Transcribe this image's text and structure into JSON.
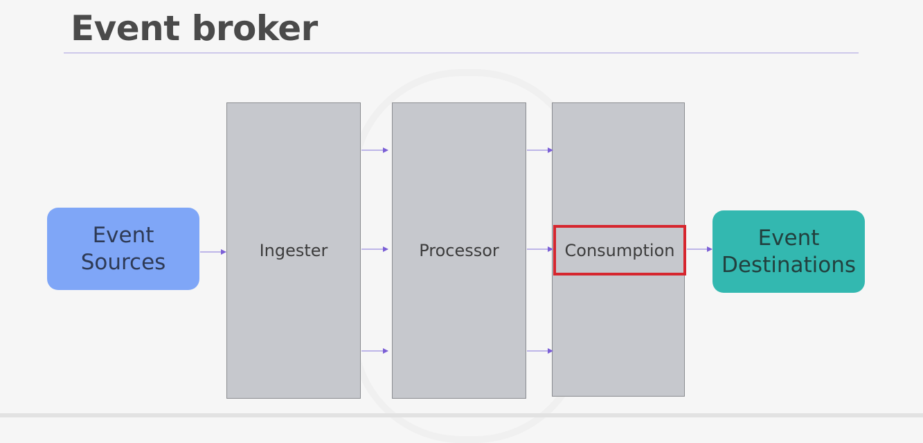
{
  "title": "Event broker",
  "nodes": {
    "sources": {
      "line1": "Event",
      "line2": "Sources"
    },
    "ingester": "Ingester",
    "processor": "Processor",
    "consumption": "Consumption",
    "destinations": {
      "line1": "Event",
      "line2": "Destinations"
    }
  },
  "colors": {
    "sources": "#7fa6f7",
    "destinations": "#33b8b0",
    "stage": "#c6c8cd",
    "arrow": "#7b5fd6",
    "highlight": "#d6262e"
  }
}
